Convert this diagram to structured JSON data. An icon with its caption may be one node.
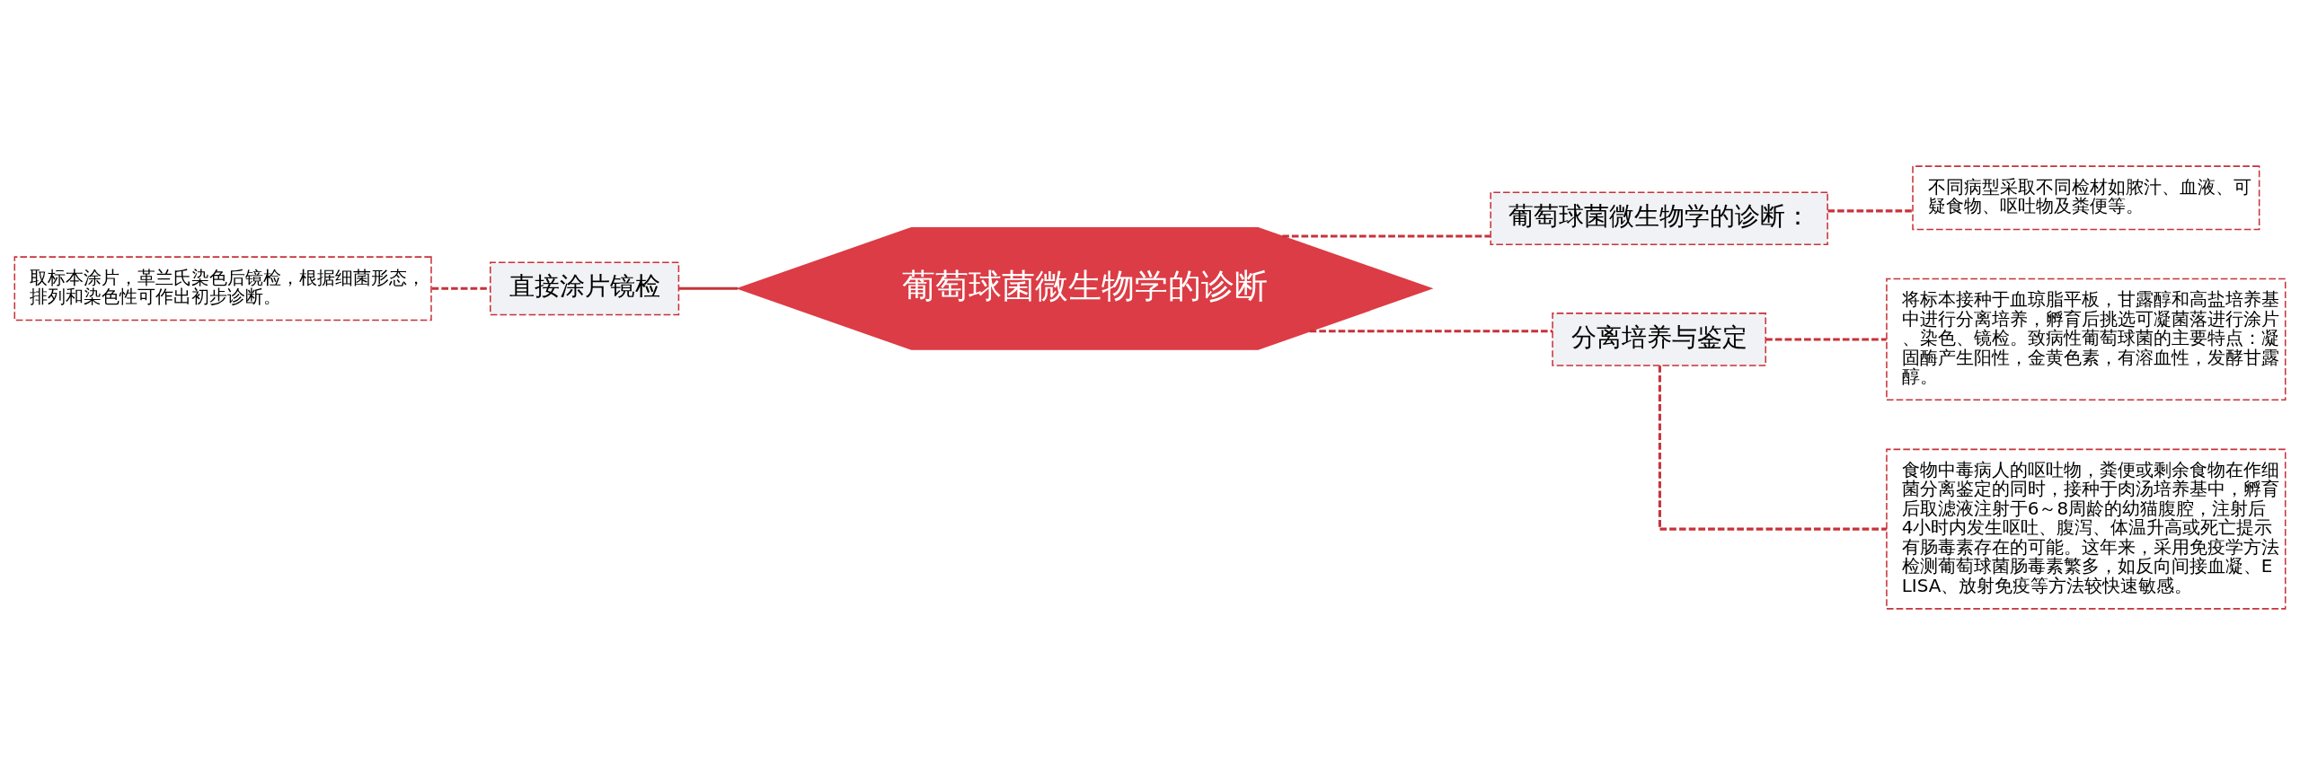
{
  "diagram": {
    "nodes": [
      {
        "text": [
          "葡萄球菌微生物学的诊断"
        ]
      },
      {
        "text": [
          "直接涂片镜检"
        ]
      },
      {
        "text": [
          "取标本涂片，革兰氏染色后镜检，根据细菌形态，排列和染色性可作出初步诊断。"
        ]
      },
      {
        "text": [
          "葡萄球菌微生物学的诊断："
        ]
      },
      {
        "text": [
          "不同病型采取不同检材如脓汁、血液、可疑食物、呕吐物及粪便等。"
        ]
      },
      {
        "text": [
          "分离培养与鉴定"
        ]
      },
      {
        "text": [
          "将标本接种于血琼脂平板，甘露醇和高盐培养基中进行分离培养，孵育后挑选可凝菌落进行涂片、染色、镜检。致病性葡萄球菌的主要特点：凝固酶产生阳性，金黄色素，有溶血性，发酵甘露醇。"
        ]
      },
      {
        "text": [
          "食物中毒病人的呕吐物，粪便或剩余食物在作细菌分离鉴定的同时，接种于肉汤培养基中，孵育后取滤液注射于6～8周龄的幼猫腹腔，注射后4小时内发生呕吐、腹泻、体温升高或死亡提示有肠毒素存在的可能。这年来，采用免疫学方法检测葡萄球菌肠毒素繁多，如反向间接血凝、ELISA、放射免疫等方法较快速敏感。"
        ]
      }
    ],
    "edges": [
      {
        "from": 2,
        "to": 1,
        "arrow": "none",
        "style": "dashed"
      },
      {
        "from": 1,
        "to": 0,
        "arrow": "none"
      },
      {
        "from": 0,
        "to": 3,
        "arrow": "none",
        "style": "dashed"
      },
      {
        "from": 3,
        "to": 4,
        "arrow": "none",
        "style": "dashed"
      },
      {
        "from": 0,
        "to": 5,
        "arrow": "none",
        "style": "dashed"
      },
      {
        "from": 5,
        "to": 6,
        "arrow": "none",
        "style": "dashed"
      },
      {
        "from": 5,
        "to": 7,
        "arrow": "none",
        "style": "dashed"
      }
    ]
  }
}
